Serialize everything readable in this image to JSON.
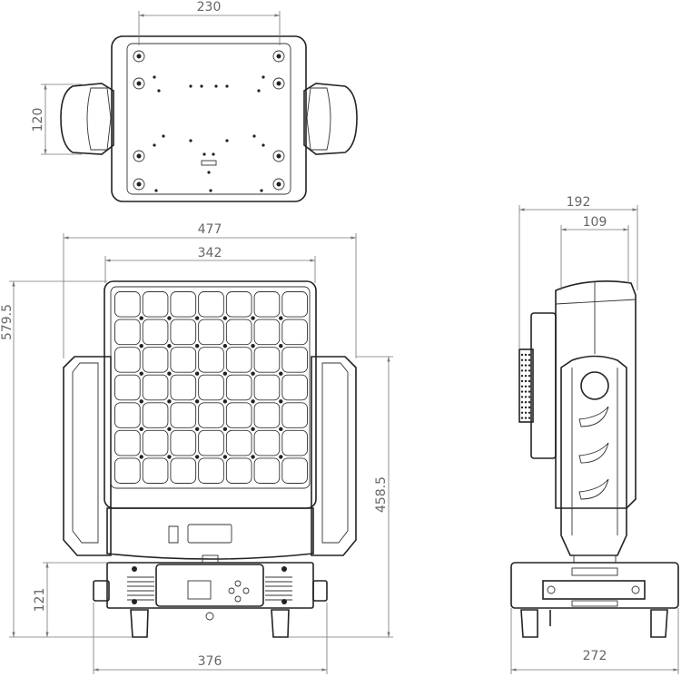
{
  "title": "Moving head LED fixture dimension drawing",
  "dimensions": {
    "top_width": "230",
    "top_handle_height": "120",
    "front_overall_width": "477",
    "front_head_width": "342",
    "front_overall_height": "579.5",
    "front_arm_height": "458.5",
    "front_base_height": "121",
    "front_base_width": "376",
    "side_overall_depth": "192",
    "side_arm_depth": "109",
    "side_base_depth": "272"
  },
  "led_grid": {
    "rows": 7,
    "cols": 7
  },
  "colors": {
    "line": "#222222",
    "dimension": "#777777",
    "text": "#666666"
  }
}
